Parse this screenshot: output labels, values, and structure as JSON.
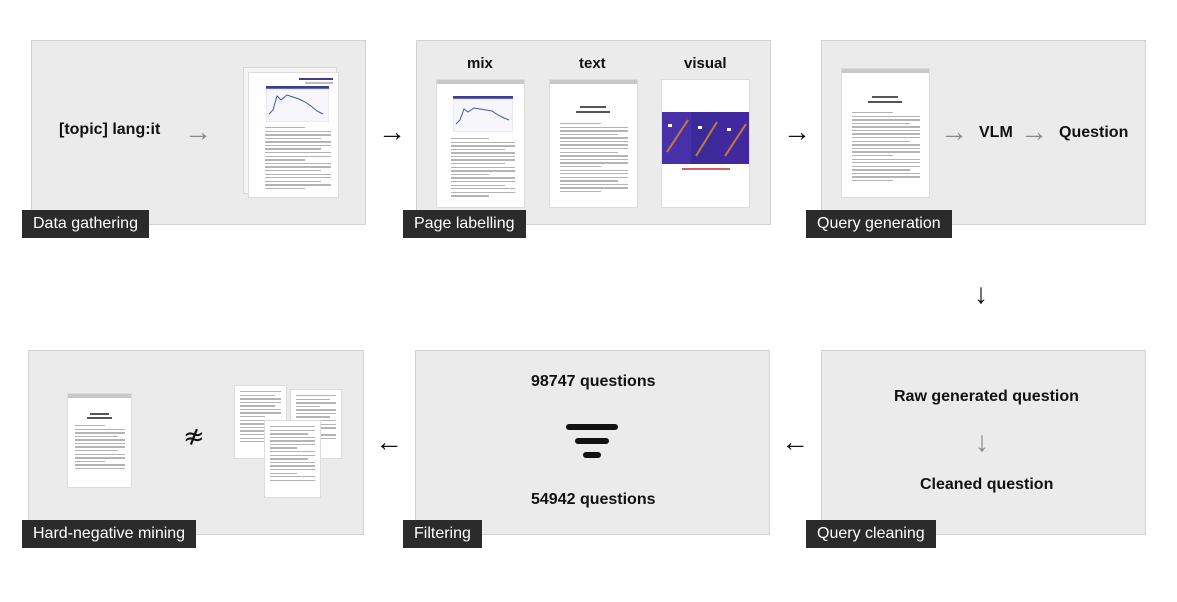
{
  "steps": {
    "gathering": {
      "tag": "Data gathering",
      "query": "[topic] lang:it"
    },
    "labelling": {
      "tag": "Page labelling",
      "types": [
        "mix",
        "text",
        "visual"
      ]
    },
    "generation": {
      "tag": "Query generation",
      "model": "VLM",
      "output": "Question"
    },
    "cleaning": {
      "tag": "Query cleaning",
      "raw": "Raw generated question",
      "cleaned": "Cleaned question"
    },
    "filtering": {
      "tag": "Filtering",
      "before": "98747 questions",
      "after": "54942 questions"
    },
    "mining": {
      "tag": "Hard-negative mining"
    }
  },
  "icons": {
    "arrow": "right-arrow-icon",
    "filter": "filter-icon",
    "not_similar": "not-approximately-equal-icon"
  },
  "colors": {
    "panel": "#ebebeb",
    "tag": "#2b2b2b",
    "arrow_grey": "#8a8a8a",
    "chart_header": "#3a3f8f",
    "visual_bg": "#3a2a9a"
  }
}
